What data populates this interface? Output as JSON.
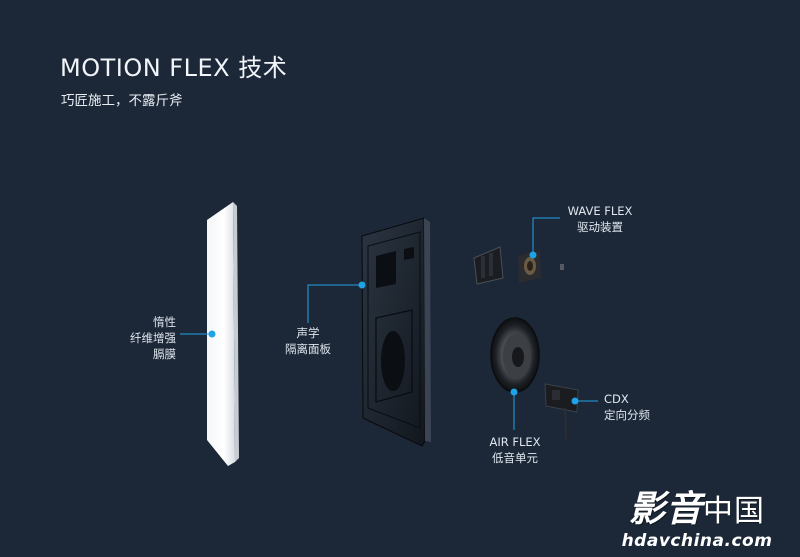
{
  "header": {
    "title": "MOTION FLEX 技术",
    "subtitle": "巧匠施工，不露斤斧"
  },
  "labels": {
    "membrane": [
      "惰性",
      "纤维增强",
      "膈膜"
    ],
    "panel": [
      "声学",
      "隔离面板"
    ],
    "wave_flex": [
      "WAVE FLEX",
      "驱动装置"
    ],
    "air_flex": [
      "AIR FLEX",
      "低音单元"
    ],
    "cdx": [
      "CDX",
      "定向分频"
    ]
  },
  "watermark": {
    "mark_main": "影音",
    "mark_suffix": "中国",
    "url": "hdavchina.com"
  },
  "colors": {
    "background": "#1c2838",
    "accent": "#1fa3e6",
    "text": "#e6ecf2"
  }
}
